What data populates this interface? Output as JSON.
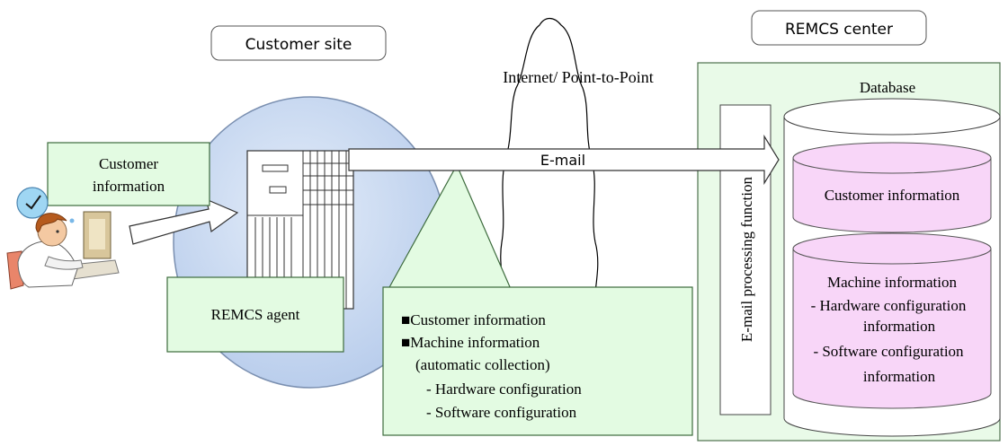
{
  "labels": {
    "customer_site": "Customer site",
    "remcs_center": "REMCS center",
    "network": "Internet/ Point-to-Point",
    "database": "Database",
    "email": "E-mail",
    "customer_information_box": [
      "Customer",
      "information"
    ],
    "remcs_agent": "REMCS agent",
    "email_processing": "E-mail processing function",
    "db_customer_information": "Customer information",
    "db_machine_information": [
      "Machine information",
      "- Hardware configuration",
      "information",
      "- Software configuration",
      "information"
    ],
    "callout": [
      "■Customer information",
      "■Machine information",
      "(automatic collection)",
      "- Hardware configuration",
      "- Software configuration"
    ]
  },
  "icons": {
    "user": "user-at-computer-icon",
    "server": "server-icon",
    "clock": "clock-icon"
  },
  "colors": {
    "green_box": "#e3fbe2",
    "green_border": "#3d6b3d",
    "globe": "#c5d6ef",
    "pink": "#f8d6f8",
    "center_panel": "#e9fae8"
  }
}
